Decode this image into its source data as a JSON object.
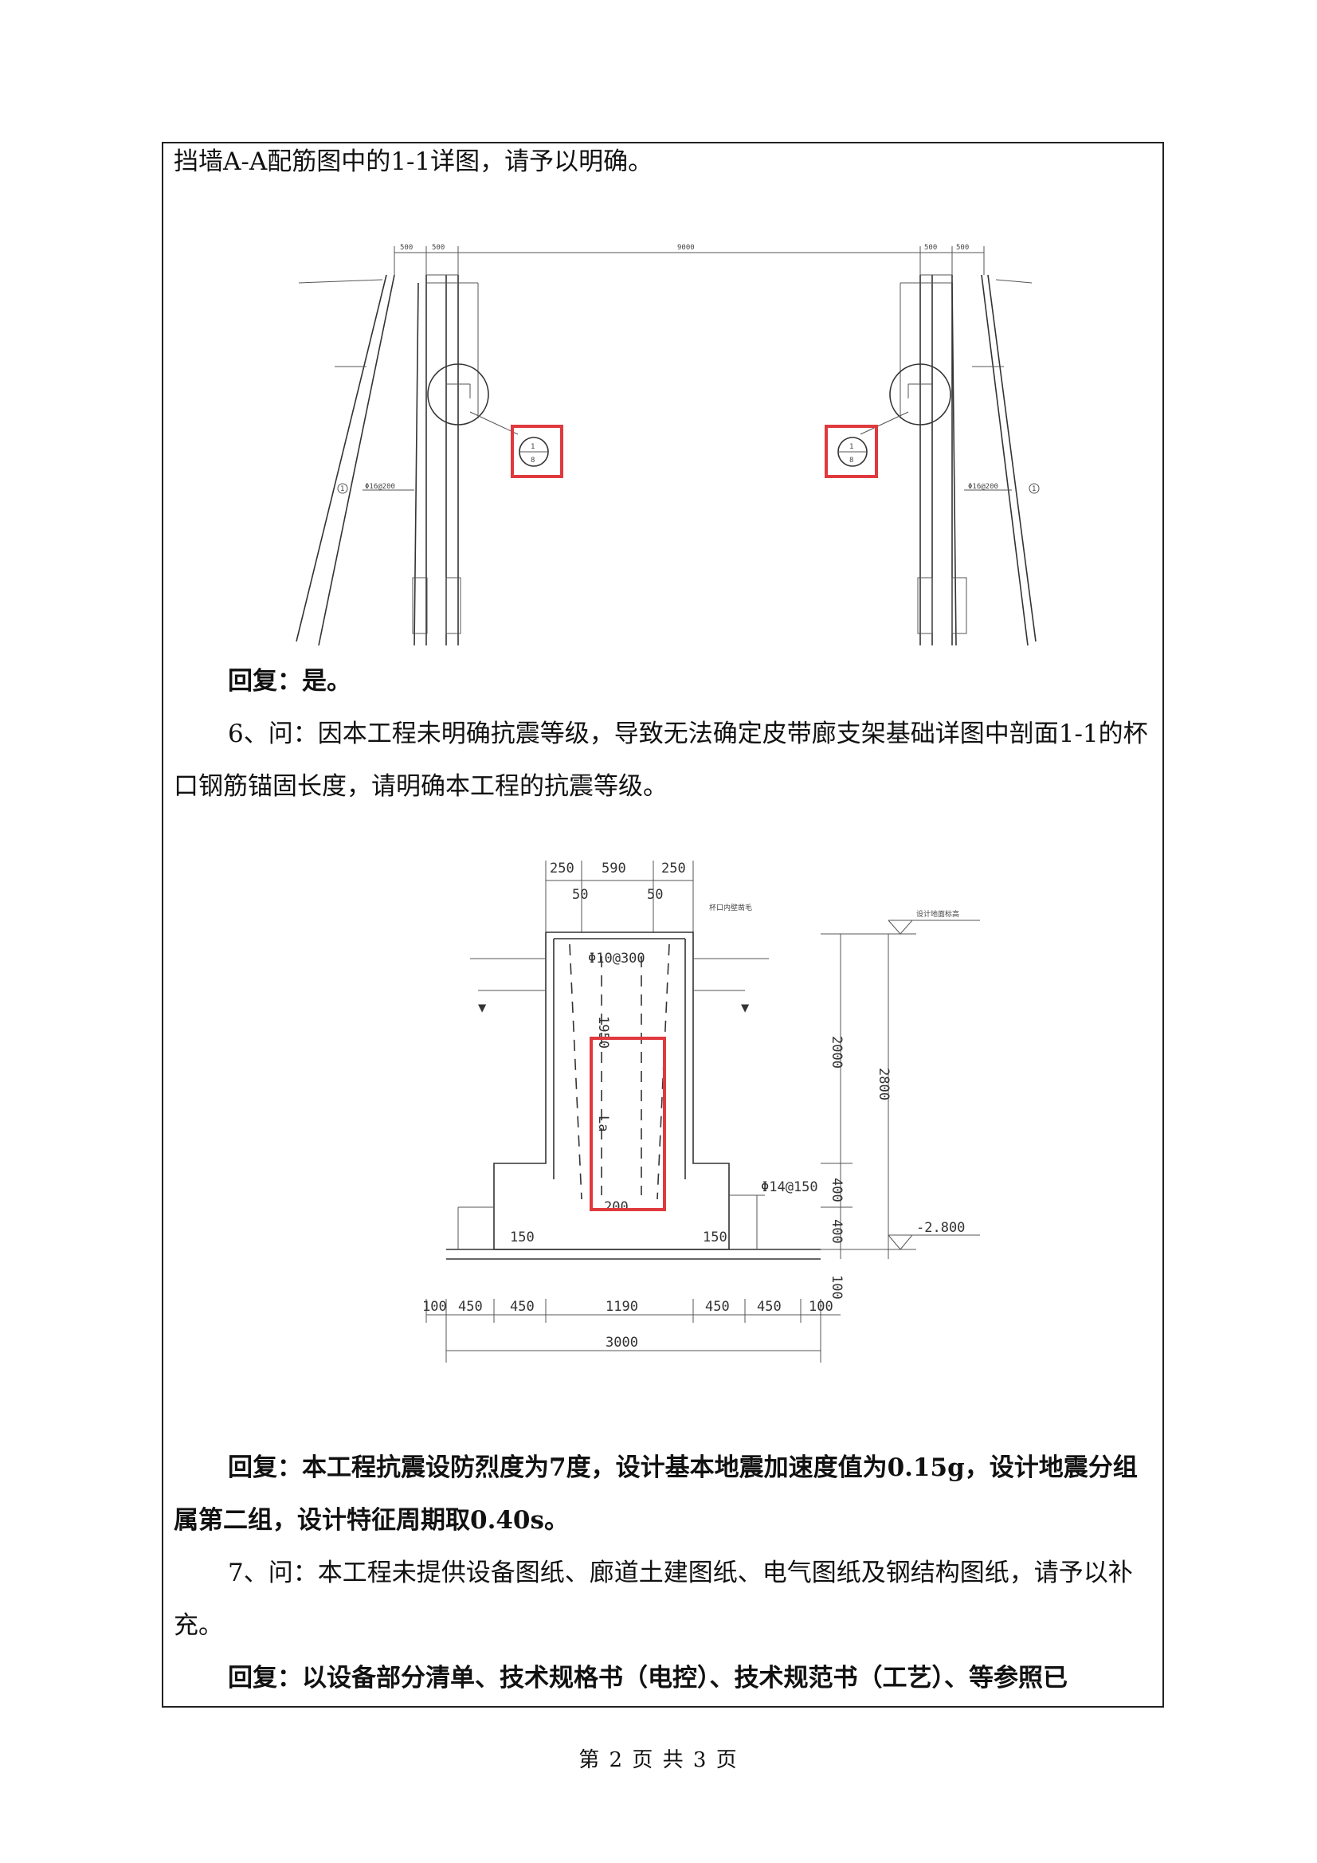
{
  "q5_tail": "挡墙A-A配筋图中的1-1详图，请予以明确。",
  "drawing1": {
    "dim_left_a": "500",
    "dim_left_b": "500",
    "dim_mid": "9000",
    "dim_right_a": "500",
    "dim_right_b": "500",
    "callout_left_top": "1",
    "callout_left_bottom": "8",
    "callout_right_top": "1",
    "callout_right_bottom": "8",
    "note_rebar_left": "Φ16@200",
    "note_rebar_right": "Φ16@200",
    "note_circle_left": "1",
    "note_circle_right": "1"
  },
  "reply5": "回复：是。",
  "q6": "6、问：因本工程未明确抗震等级，导致无法确定皮带廊支架基础详图中剖面1-1的杯口钢筋锚固长度，请明确本工程的抗震等级。",
  "drawing2": {
    "top_dims": [
      "250",
      "590",
      "250"
    ],
    "top_sub_left": "50",
    "top_sub_right": "50",
    "label_top_right_small": "杯口内壁凿毛",
    "label_level_top": "设计地面标高",
    "label_rebar_top": "Φ10@300",
    "dim_1950": "1950",
    "label_la": "La",
    "label_200": "200",
    "dim_2000": "2000",
    "dim_2800": "2800",
    "dim_400": "400",
    "dim_400b": "400",
    "dim_100v": "100",
    "label_rebar_right": "Φ14@150",
    "label_150_left": "150",
    "label_150_right": "150",
    "label_elev": "-2.800",
    "bottom_dims": [
      "100",
      "450",
      "450",
      "1190",
      "450",
      "450",
      "100"
    ],
    "total_dim": "3000"
  },
  "reply6": "回复：本工程抗震设防烈度为7度，设计基本地震加速度值为0.15g，设计地震分组属第二组，设计特征周期取0.40s。",
  "q7": "7、问：本工程未提供设备图纸、廊道土建图纸、电气图纸及钢结构图纸，请予以补充。",
  "reply7": "回复：以设备部分清单、技术规格书（电控）、技术规范书（工艺）、等参照已",
  "footer": "第 2 页 共 3 页"
}
